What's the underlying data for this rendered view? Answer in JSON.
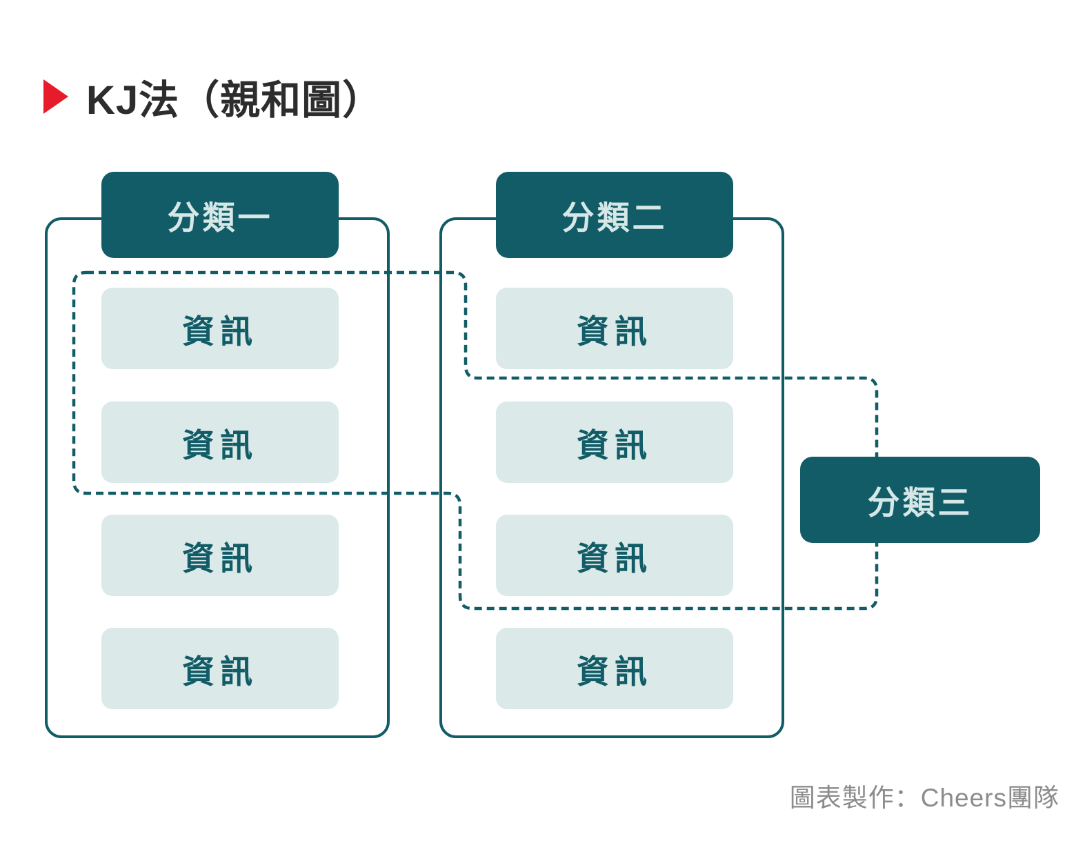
{
  "page": {
    "title": "KJ法（親和圖）"
  },
  "colors": {
    "teal": "#115c66",
    "card-bg": "#dce9e9",
    "badge-text": "#d6e7e7",
    "title-text": "#2d2d2d",
    "marker-red": "#e71c2b",
    "credit-gray": "#8c8c8c"
  },
  "groups": [
    {
      "label": "分類一",
      "items": [
        "資訊",
        "資訊",
        "資訊",
        "資訊"
      ]
    },
    {
      "label": "分類二",
      "items": [
        "資訊",
        "資訊",
        "資訊",
        "資訊"
      ]
    },
    {
      "label": "分類三",
      "items": []
    }
  ],
  "footer": {
    "credit": "圖表製作：Cheers團隊"
  }
}
